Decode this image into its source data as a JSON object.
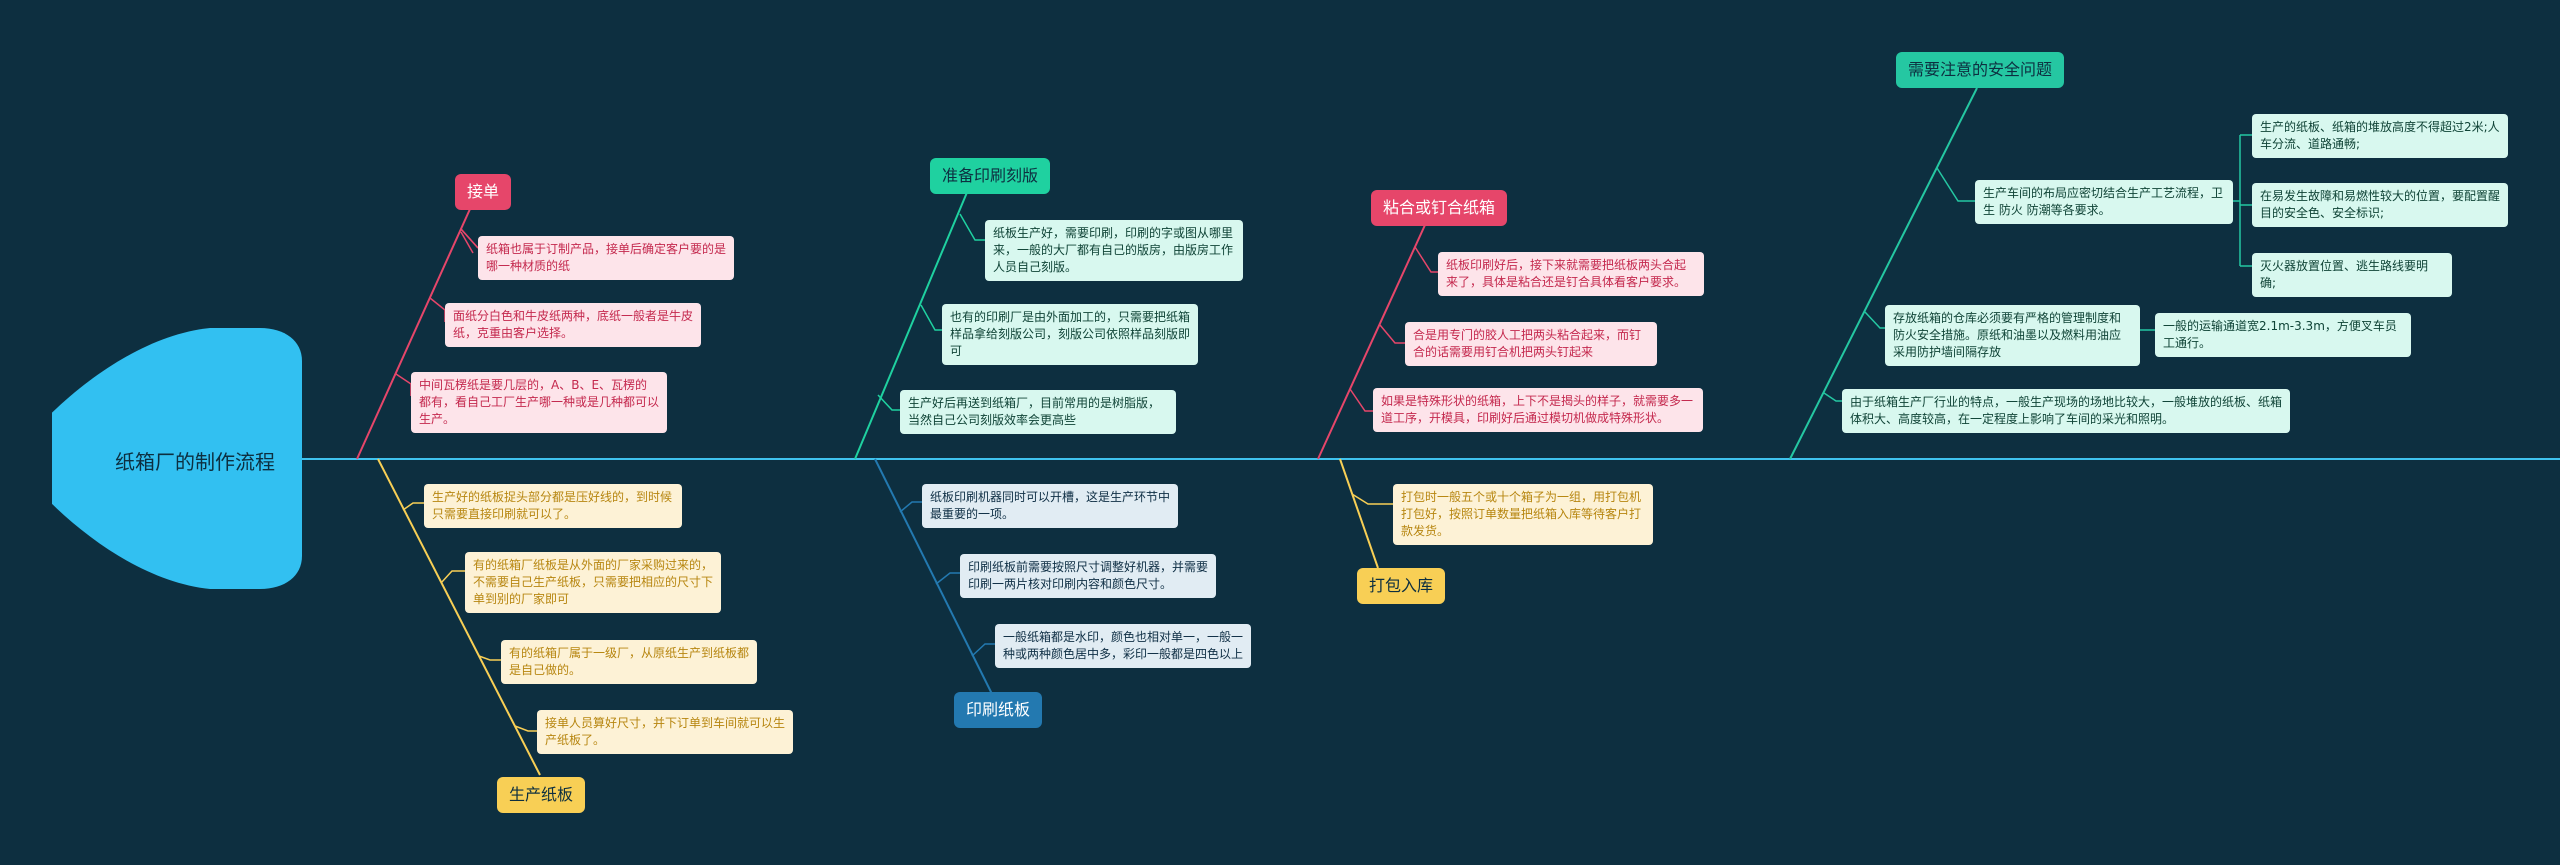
{
  "colors": {
    "background": "#0d2f40",
    "spine": "#3fc3ee",
    "head": "#32c0f1",
    "red": "#e6466a",
    "yellow": "#f8cf55",
    "green": "#1fd1a0",
    "blue": "#2379b0",
    "mint": "#25c7a2"
  },
  "title": "纸箱厂的制作流程",
  "branches": {
    "order": {
      "label": "接单",
      "notes": [
        "纸箱也属于订制产品，接单后确定客户要的是哪一种材质的纸",
        "面纸分白色和牛皮纸两种，底纸一般者是牛皮纸，克重由客户选择。",
        "中间瓦楞纸是要几层的，A、B、E、瓦楞的都有，看自己工厂生产哪一种或是几种都可以生产。"
      ]
    },
    "production": {
      "label": "生产纸板",
      "notes": [
        "生产好的纸板捉头部分都是压好线的，到时候只需要直接印刷就可以了。",
        "有的纸箱厂纸板是从外面的厂家采购过来的，不需要自己生产纸板，只需要把相应的尺寸下单到别的厂家即可",
        "有的纸箱厂属于一级厂，从原纸生产到纸板都是自己做的。",
        "接单人员算好尺寸，并下订单到车间就可以生产纸板了。"
      ]
    },
    "plate": {
      "label": "准备印刷刻版",
      "notes": [
        "纸板生产好，需要印刷，印刷的字或图从哪里来，一般的大厂都有自己的版房，由版房工作人员自己刻版。",
        "也有的印刷厂是由外面加工的，只需要把纸箱样品拿给刻版公司，刻版公司依照样品刻版即可",
        "生产好后再送到纸箱厂，目前常用的是树脂版，当然自己公司刻版效率会更高些"
      ]
    },
    "printing": {
      "label": "印刷纸板",
      "notes": [
        "纸板印刷机器同时可以开槽，这是生产环节中最重要的一项。",
        "印刷纸板前需要按照尺寸调整好机器，并需要印刷一两片核对印刷内容和颜色尺寸。",
        "一般纸箱都是水印，颜色也相对单一，一般一种或两种颜色居中多，彩印一般都是四色以上"
      ]
    },
    "glue": {
      "label": "粘合或钉合纸箱",
      "notes": [
        "纸板印刷好后，接下来就需要把纸板两头合起来了，具体是粘合还是钉合具体看客户要求。",
        "合是用专门的胶人工把两头粘合起来，而钉合的话需要用钉合机把两头钉起来",
        "如果是特殊形状的纸箱，上下不是揭头的样子，就需要多一道工序，开模具，印刷好后通过模切机做成特殊形状。"
      ]
    },
    "pack": {
      "label": "打包入库",
      "notes": [
        "打包时一般五个或十个箱子为一组，用打包机打包好，按照订单数量把纸箱入库等待客户打款发货。"
      ]
    },
    "safety": {
      "label": "需要注意的安全问题",
      "notes": [
        "生产车间的布局应密切结合生产工艺流程，卫生 防火 防潮等各要求。",
        "存放纸箱的仓库必须要有严格的管理制度和防火安全措施。原纸和油墨以及燃料用油应采用防护墙间隔存放",
        "由于纸箱生产厂行业的特点，一般生产现场的场地比较大，一般堆放的纸板、纸箱体积大、高度较高，在一定程度上影响了车间的采光和照明。"
      ],
      "subnotes": [
        "生产的纸板、纸箱的堆放高度不得超过2米;人车分流、道路通畅;",
        "在易发生故障和易燃性较大的位置，要配置醒目的安全色、安全标识;",
        "灭火器放置位置、逃生路线要明确;",
        "一般的运输通道宽2.1m-3.3m，方便叉车员工通行。"
      ]
    }
  }
}
